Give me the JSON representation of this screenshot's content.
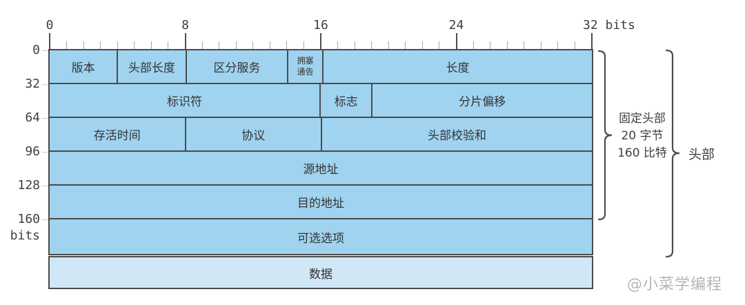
{
  "diagram": {
    "title_semantic": "IPv4 header field layout",
    "top_axis": {
      "total_bits": 32,
      "major_every": 8,
      "labels": [
        {
          "bit": 0,
          "text": "0"
        },
        {
          "bit": 8,
          "text": "8"
        },
        {
          "bit": 16,
          "text": "16"
        },
        {
          "bit": 24,
          "text": "24"
        },
        {
          "bit": 32,
          "text": "32 bits"
        }
      ]
    },
    "left_axis": {
      "labels": [
        "0",
        "32",
        "64",
        "96",
        "128",
        "160"
      ],
      "unit": "bits"
    },
    "rows": [
      {
        "fields": [
          {
            "label": "版本",
            "bits": 4
          },
          {
            "label": "头部长度",
            "bits": 4
          },
          {
            "label": "区分服务",
            "bits": 6
          },
          {
            "label": "拥塞通告",
            "bits": 2,
            "small": true
          },
          {
            "label": "长度",
            "bits": 16
          }
        ]
      },
      {
        "fields": [
          {
            "label": "标识符",
            "bits": 16
          },
          {
            "label": "标志",
            "bits": 3
          },
          {
            "label": "分片偏移",
            "bits": 13
          }
        ]
      },
      {
        "fields": [
          {
            "label": "存活时间",
            "bits": 8
          },
          {
            "label": "协议",
            "bits": 8
          },
          {
            "label": "头部校验和",
            "bits": 16
          }
        ]
      },
      {
        "fields": [
          {
            "label": "源地址",
            "bits": 32
          }
        ]
      },
      {
        "fields": [
          {
            "label": "目的地址",
            "bits": 32
          }
        ]
      },
      {
        "fields": [
          {
            "label": "可选选项",
            "bits": 32
          }
        ]
      }
    ],
    "data_row": {
      "label": "数据"
    },
    "annotations": {
      "fixed_header": {
        "lines": [
          "固定头部",
          "20 字节",
          "160 比特"
        ]
      },
      "header": {
        "label": "头部"
      }
    },
    "watermark": "@小菜学编程",
    "colors": {
      "field_fill": "#a0d3ef",
      "data_fill": "#d0e7f6",
      "border": "#4a4a4a",
      "axis": "#4d4d4d",
      "minor_tick": "#a5a5a5",
      "text": "#333333",
      "watermark": "#b5b5b5"
    }
  }
}
